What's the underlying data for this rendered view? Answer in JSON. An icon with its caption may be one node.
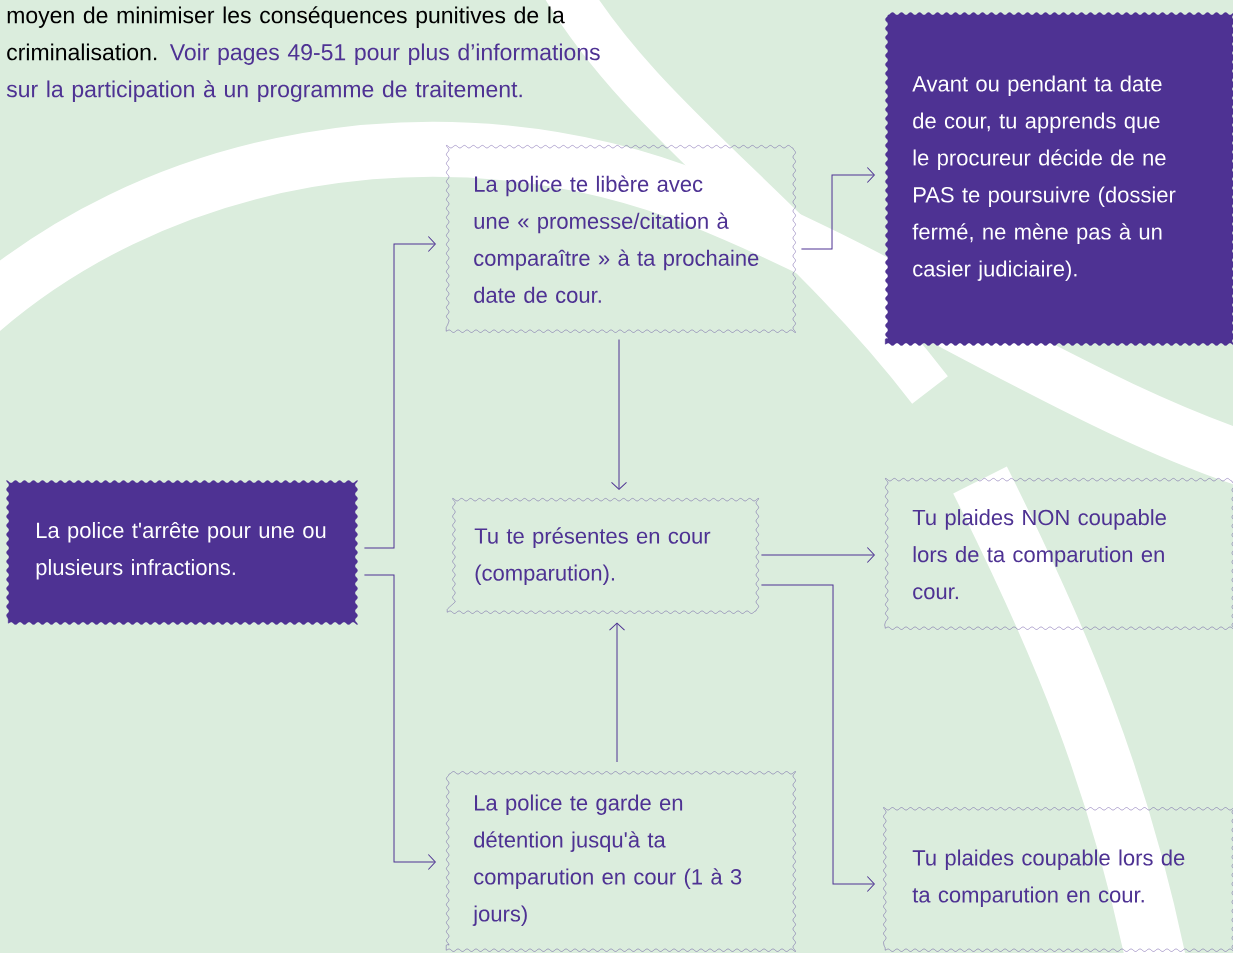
{
  "diagram": {
    "nodes": [
      {
        "text": [
          "La police t'arrête pour une ou plusieurs infractions."
        ]
      },
      {
        "text": [
          "La police te libère avec une « promesse/citation à comparaître » à ta prochaine date de cour."
        ]
      },
      {
        "text": [
          "Avant ou pendant ta date de cour, tu apprends que le procureur décide de ne PAS te poursuivre (dossier fermé, ne mène pas à un casier judiciaire)."
        ]
      },
      {
        "text": [
          "Tu te présentes en cour (comparution)."
        ]
      },
      {
        "text": [
          "Tu plaides NON coupable lors de ta comparution en cour."
        ]
      },
      {
        "text": [
          "La police te garde en détention jusqu'à ta comparution en cour (1 à 3 jours)"
        ]
      },
      {
        "text": [
          "Tu plaides coupable lors de ta comparution en cour."
        ]
      }
    ],
    "edges": [
      {
        "from": 0,
        "to": 1,
        "arrow": "to"
      },
      {
        "from": 0,
        "to": 5,
        "arrow": "to"
      },
      {
        "from": 1,
        "to": 3,
        "arrow": "to"
      },
      {
        "from": 5,
        "to": 3,
        "arrow": "to"
      },
      {
        "from": 1,
        "to": 2,
        "arrow": "to"
      },
      {
        "from": 3,
        "to": 4,
        "arrow": "to"
      },
      {
        "from": 3,
        "to": 6,
        "arrow": "to"
      }
    ],
    "labels": [
      "moyen de minimiser les conséquences punitives de la criminalisation.",
      "Voir pages 49-51 pour plus d’informations sur la participation à un programme de traitement."
    ]
  }
}
